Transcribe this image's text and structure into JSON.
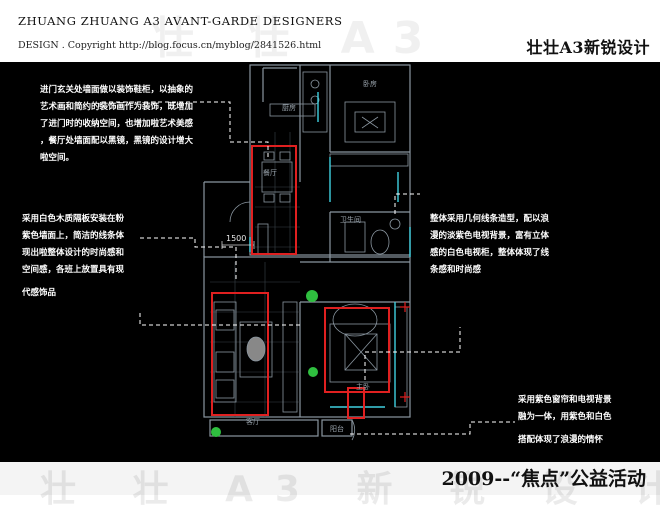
{
  "header": {
    "brand_en": "ZHUANG ZHUANG A3 AVANT-GARDE DESIGNERS",
    "copyright": "DESIGN . Copyright http://blog.focus.cn/myblog/2841526.html",
    "brand_cn": "壮壮A3新锐设计"
  },
  "notes": {
    "entrance": [
      "进门玄关处墙面做以装饰鞋柜，以抽象的",
      "艺术画和简约的装饰画作为装饰，既增加",
      "了进门时的收纳空间，也增加啦艺术美感",
      "，餐厅处墙面配以黑镜，黑镜的设计增大",
      "啦空间。"
    ],
    "partition": [
      "采用白色木质隔板安装在粉",
      "紫色墙面上，简洁的线条体",
      "现出啦整体设计的时尚感和",
      "空间感，各班上放置具有现",
      "代感饰品"
    ],
    "tv_wall": [
      "整体采用几何线条造型，配以浪",
      "漫的淡紫色电视背景，富有立体",
      "感的白色电视柜，整体体现了线",
      "条感和时尚感"
    ],
    "curtain": [
      "采用紫色窗帘和电视背景",
      "融为一体，用紫色和白色",
      "搭配体现了浪漫的情怀"
    ]
  },
  "plan": {
    "dimension": "1500",
    "rooms": {
      "kitchen": "厨房",
      "bedroom_top": "卧房",
      "bathroom": "卫生间",
      "dining": "餐厅",
      "bedroom": "主卧",
      "living": "客厅",
      "balcony": "阳台"
    }
  },
  "footer": {
    "title": "2009--“焦点”公益活动"
  },
  "colors": {
    "highlight": "#e02020",
    "wall": "#8a96a0",
    "accent": "#40d0e0",
    "plant": "#2fbf3f"
  }
}
